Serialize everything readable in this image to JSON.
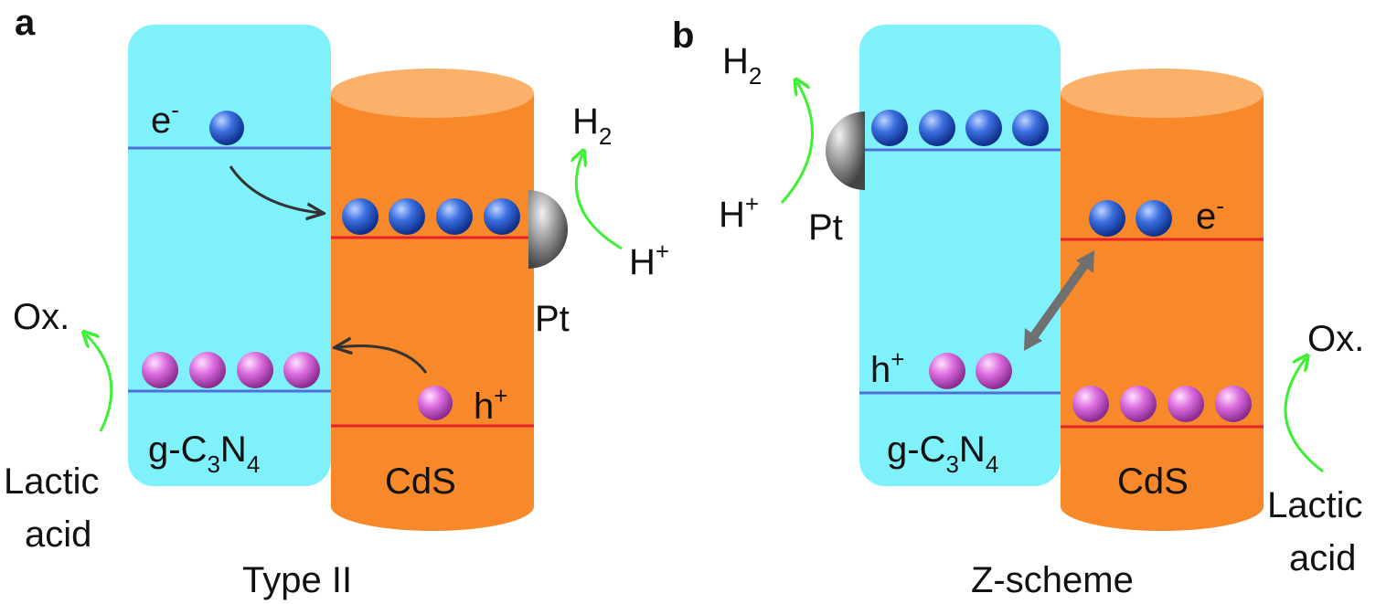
{
  "panels": [
    {
      "letter": "a",
      "scheme_label": "Type II",
      "material_left": {
        "prefix": "g-C",
        "sub1": "3",
        "mid": "N",
        "sub2": "4"
      },
      "material_right": "CdS",
      "electron_label": {
        "base": "e",
        "sup": "-"
      },
      "hole_label": {
        "base": "h",
        "sup": "+"
      },
      "h2_label": {
        "base": "H",
        "sub": "2"
      },
      "hplus_label": {
        "base": "H",
        "sup": "+"
      },
      "pt_label": "Pt",
      "ox_label": "Ox.",
      "lactic_line1": "Lactic",
      "lactic_line2": "acid"
    },
    {
      "letter": "b",
      "scheme_label": "Z-scheme",
      "material_left": {
        "prefix": "g-C",
        "sub1": "3",
        "mid": "N",
        "sub2": "4"
      },
      "material_right": "CdS",
      "electron_label": {
        "base": "e",
        "sup": "-"
      },
      "hole_label": {
        "base": "h",
        "sup": "+"
      },
      "h2_label": {
        "base": "H",
        "sub": "2"
      },
      "hplus_label": {
        "base": "H",
        "sup": "+"
      },
      "pt_label": "Pt",
      "ox_label": "Ox.",
      "lactic_line1": "Lactic",
      "lactic_line2": "acid"
    }
  ],
  "colors": {
    "gcn_fill": "#7ff1fa",
    "cds_fill": "#f7892a",
    "cds_top": "#fcb16a",
    "band_blue": "#4f6fd6",
    "band_red": "#e8202a",
    "electron": "#2a5fcf",
    "hole": "#d565d9",
    "pt": "#8d8d8d",
    "green_arrow": "#3ef034",
    "dark_arrow": "#333333",
    "transfer_arrow": "#707070"
  }
}
